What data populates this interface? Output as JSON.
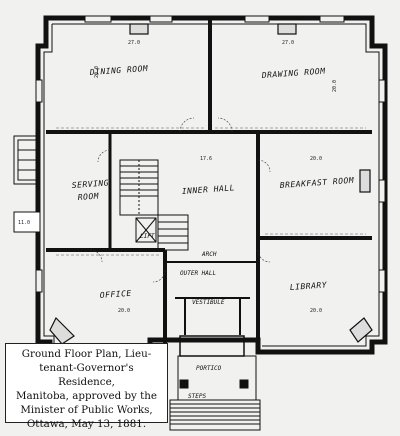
{
  "caption": "Ground Floor Plan, Lieu-\ntenant-Governor's Residence,\nManitoba, approved by the\nMinister of Public Works,\nOttawa, May 13, 1881.",
  "rooms": {
    "dining_room": "DINING ROOM",
    "drawing_room": "DRAWING ROOM",
    "serving_room_1": "SERVING",
    "serving_room_2": "ROOM",
    "inner_hall": "INNER HALL",
    "breakfast_room": "BREAKFAST ROOM",
    "office": "OFFICE",
    "library": "LIBRARY",
    "outer_hall": "OUTER HALL",
    "vestibule": "VESTIBULE",
    "arch": "ARCH",
    "portico": "PORTICO",
    "steps": "STEPS",
    "lift": "LIFT"
  },
  "dimensions": {
    "dining_width": "27.0",
    "drawing_width": "27.0",
    "dining_depth": "20.0",
    "drawing_depth": "20.0",
    "inner_hall": "17.6",
    "breakfast_width": "20.0",
    "office_width": "20.0",
    "library_width": "20.0",
    "side_note": "11.0"
  }
}
